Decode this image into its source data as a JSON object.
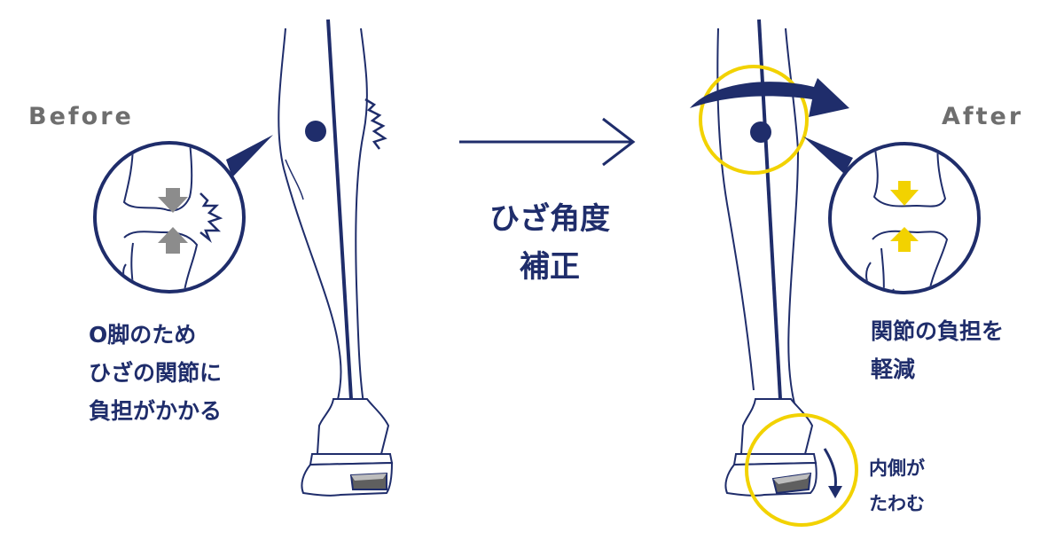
{
  "labels": {
    "before": "Before",
    "after": "After"
  },
  "center_caption": [
    "ひざ角度",
    "補正"
  ],
  "before_caption": [
    "O脚のため",
    "ひざの関節に",
    "負担がかかる"
  ],
  "after_caption": [
    "関節の負担を",
    "軽減"
  ],
  "bend_caption": [
    "内側が",
    "たわむ"
  ],
  "colors": {
    "navy": "#1f2d6b",
    "gray_arrow": "#8c8c8c",
    "yellow": "#f2d200",
    "label_gray": "#6e6e6e"
  }
}
